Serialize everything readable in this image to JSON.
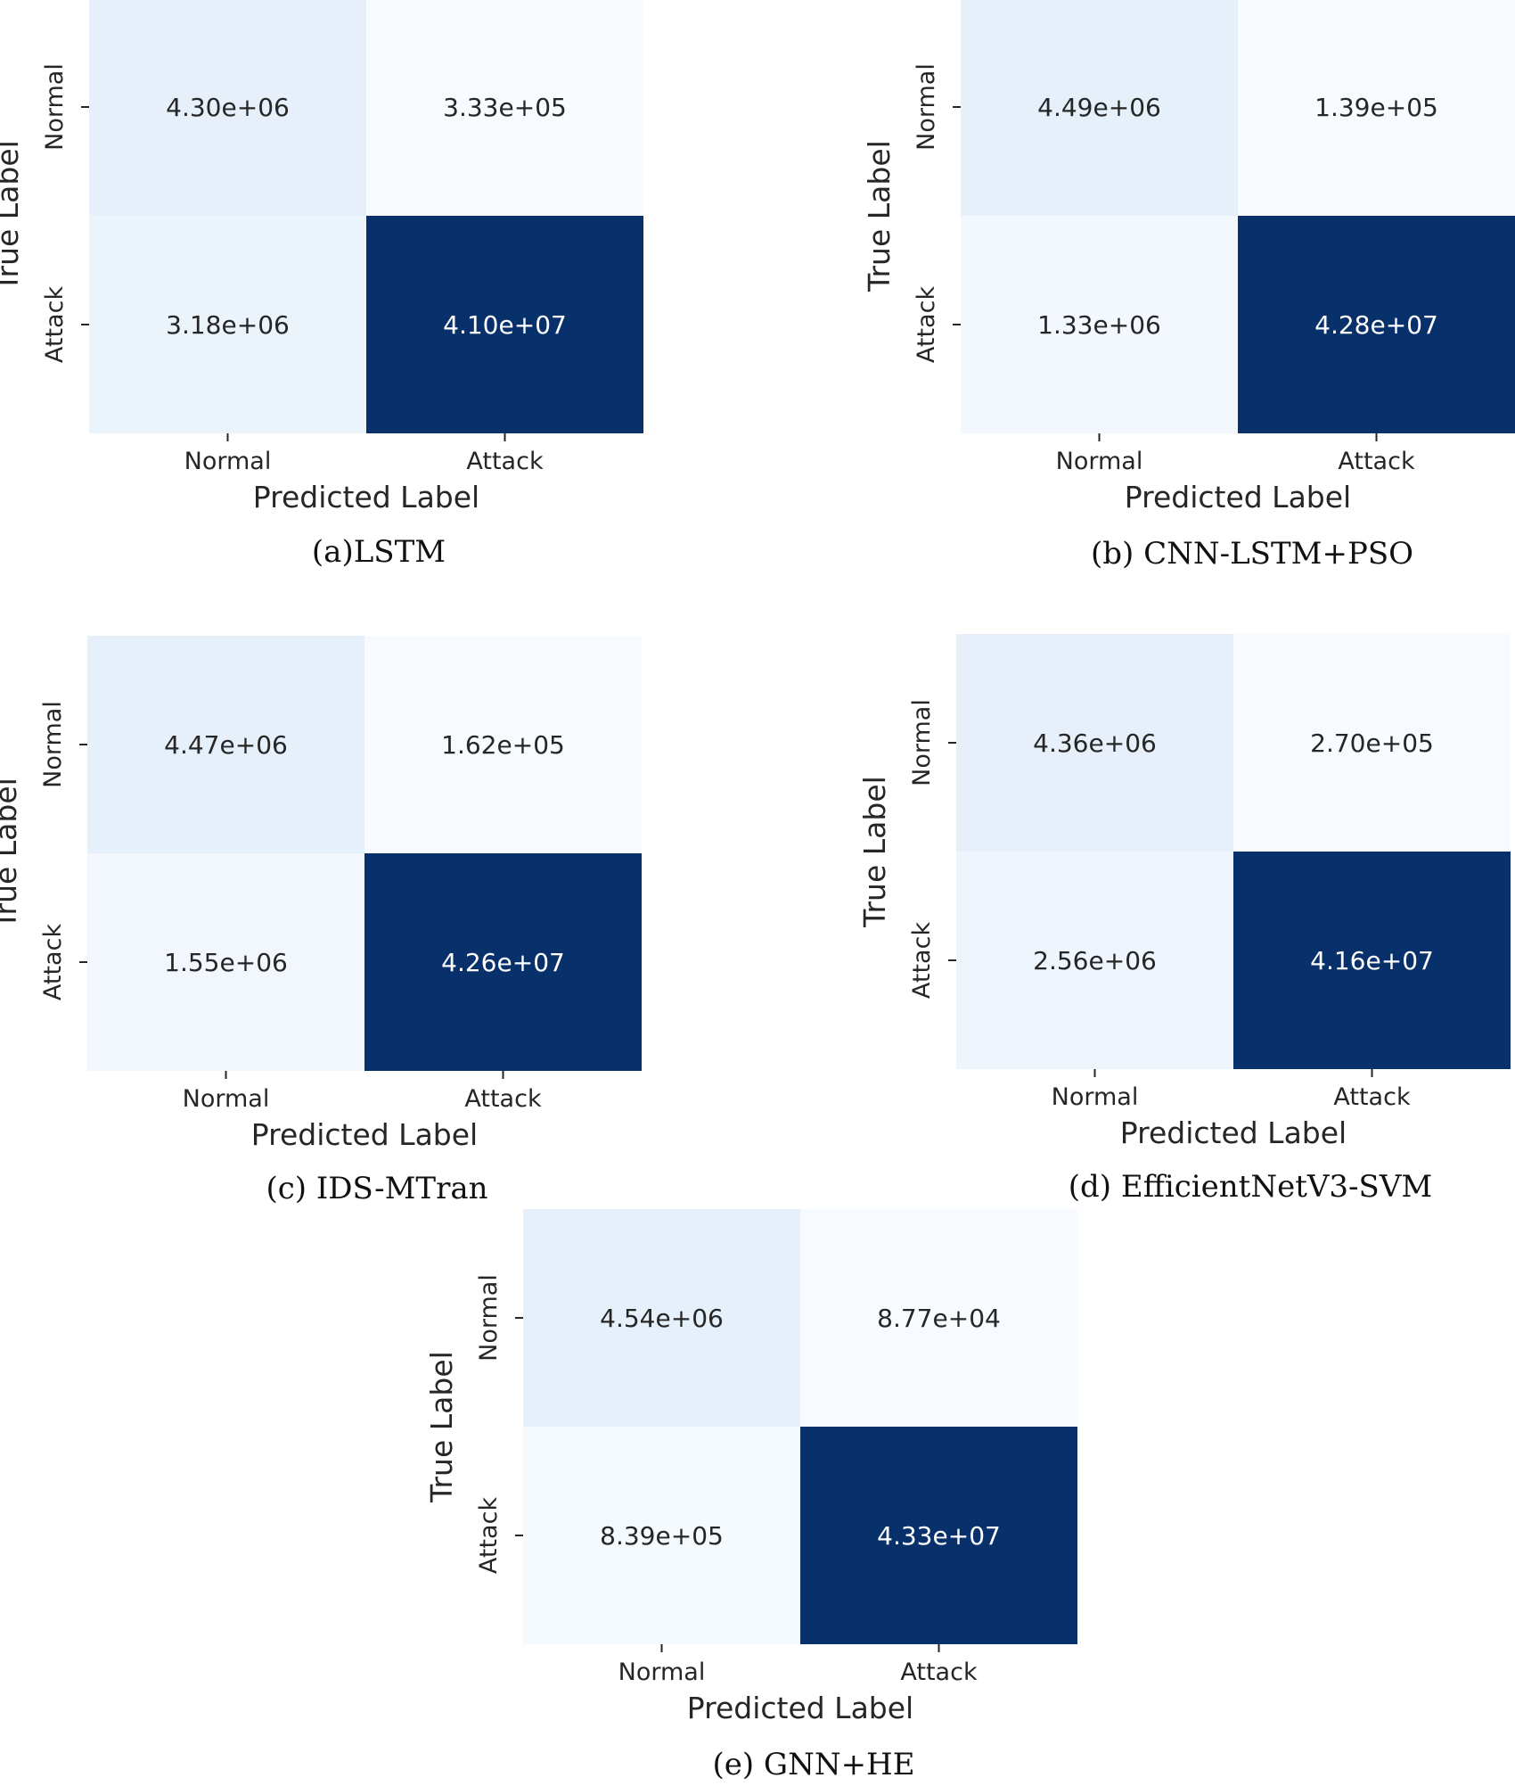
{
  "colors": {
    "min": "#f7fbff",
    "mid": "#e3eef9",
    "max": "#08306b",
    "text_dark": "#262626",
    "text_light": "#ffffff"
  },
  "chart_data": [
    {
      "type": "heatmap",
      "caption": "(a)LSTM",
      "xlabel": "Predicted Label",
      "ylabel": "True Label",
      "x_categories": [
        "Normal",
        "Attack"
      ],
      "y_categories": [
        "Normal",
        "Attack"
      ],
      "values": [
        [
          4300000,
          333000
        ],
        [
          3180000,
          41000000
        ]
      ],
      "labels": [
        [
          "4.30e+06",
          "3.33e+05"
        ],
        [
          "3.18e+06",
          "4.10e+07"
        ]
      ],
      "colorbar": false
    },
    {
      "type": "heatmap",
      "caption": "(b) CNN-LSTM+PSO",
      "xlabel": "Predicted Label",
      "ylabel": "True Label",
      "x_categories": [
        "Normal",
        "Attack"
      ],
      "y_categories": [
        "Normal",
        "Attack"
      ],
      "values": [
        [
          4490000,
          139000
        ],
        [
          1330000,
          42800000
        ]
      ],
      "labels": [
        [
          "4.49e+06",
          "1.39e+05"
        ],
        [
          "1.33e+06",
          "4.28e+07"
        ]
      ],
      "colorbar": false
    },
    {
      "type": "heatmap",
      "caption": "(c) IDS-MTran",
      "xlabel": "Predicted Label",
      "ylabel": "True Label",
      "x_categories": [
        "Normal",
        "Attack"
      ],
      "y_categories": [
        "Normal",
        "Attack"
      ],
      "values": [
        [
          4470000,
          162000
        ],
        [
          1550000,
          42600000
        ]
      ],
      "labels": [
        [
          "4.47e+06",
          "1.62e+05"
        ],
        [
          "1.55e+06",
          "4.26e+07"
        ]
      ],
      "colorbar": false
    },
    {
      "type": "heatmap",
      "caption": "(d) EfficientNetV3-SVM",
      "xlabel": "Predicted Label",
      "ylabel": "True Label",
      "x_categories": [
        "Normal",
        "Attack"
      ],
      "y_categories": [
        "Normal",
        "Attack"
      ],
      "values": [
        [
          4360000,
          270000
        ],
        [
          2560000,
          41600000
        ]
      ],
      "labels": [
        [
          "4.36e+06",
          "2.70e+05"
        ],
        [
          "2.56e+06",
          "4.16e+07"
        ]
      ],
      "colorbar": false
    },
    {
      "type": "heatmap",
      "caption": "(e) GNN+HE",
      "xlabel": "Predicted Label",
      "ylabel": "True Label",
      "x_categories": [
        "Normal",
        "Attack"
      ],
      "y_categories": [
        "Normal",
        "Attack"
      ],
      "values": [
        [
          4540000,
          87700
        ],
        [
          839000,
          43300000
        ]
      ],
      "labels": [
        [
          "4.54e+06",
          "8.77e+04"
        ],
        [
          "8.39e+05",
          "4.33e+07"
        ]
      ],
      "colorbar": false
    }
  ]
}
